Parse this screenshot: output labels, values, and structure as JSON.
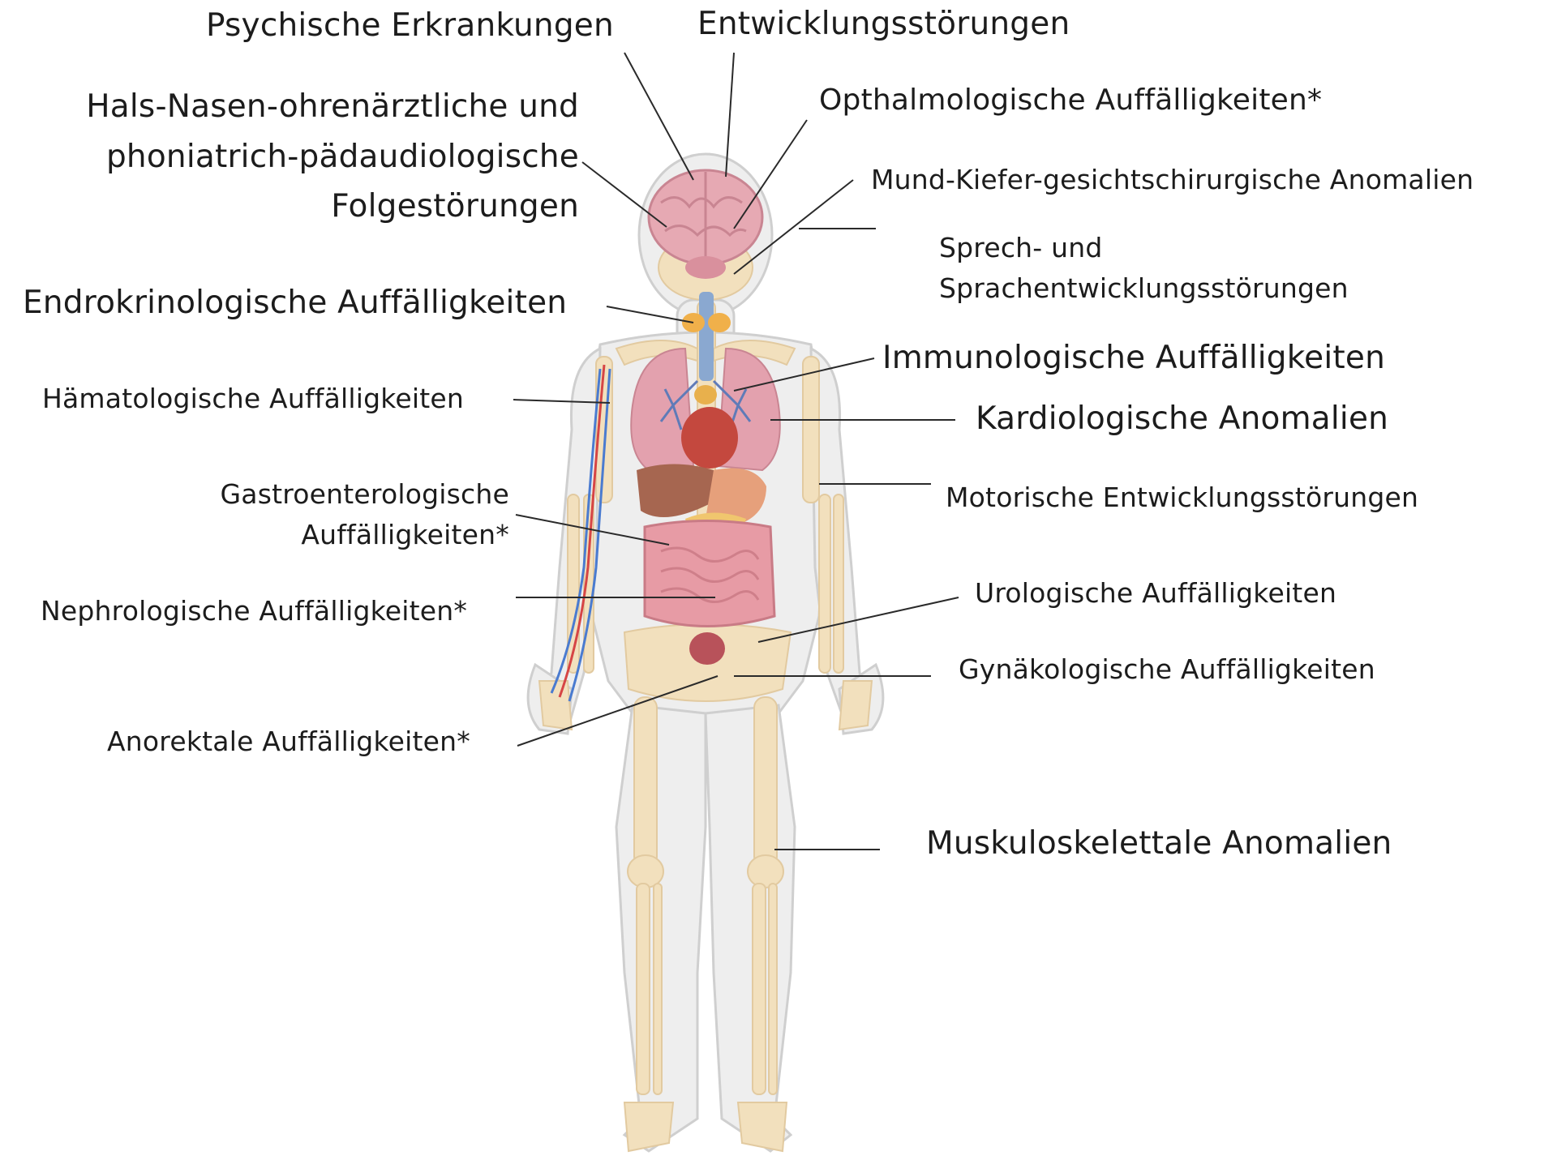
{
  "labels": {
    "psychische": "Psychische Erkrankungen",
    "entwicklung": "Entwicklungsstörungen",
    "hno_line1": "Hals-Nasen-ohrenärztliche und",
    "hno_line2": "phoniatrich-pädaudiologische",
    "hno_line3": "Folgestörungen",
    "opthalmo": "Opthalmologische Auffälligkeiten*",
    "mkg": "Mund-Kiefer-gesichtschirurgische Anomalien",
    "sprech_line1": "Sprech- und",
    "sprech_line2": "Sprachentwicklungsstörungen",
    "endo": "Endrokrinologische Auffälligkeiten",
    "immuno": "Immunologische Auffälligkeiten",
    "haemato": "Hämatologische Auffälligkeiten",
    "kardio": "Kardiologische Anomalien",
    "gastro_line1": "Gastroenterologische",
    "gastro_line2": "Auffälligkeiten*",
    "motorisch": "Motorische Entwicklungsstörungen",
    "nephro": "Nephrologische Auffälligkeiten*",
    "uro": "Urologische Auffälligkeiten",
    "gyn": "Gynäkologische Auffälligkeiten",
    "anorektal": "Anorektale Auffälligkeiten*",
    "muskulo": "Muskuloskelettale Anomalien"
  },
  "colors": {
    "skin": "#eeeeee",
    "skin_outline": "#cfcfcf",
    "bone": "#f2e0bd",
    "bone_outline": "#e2caa0",
    "brain": "#e6a9b3",
    "brain_dark": "#c98592",
    "lung": "#e3a1ae",
    "heart": "#c4483e",
    "liver": "#a66650",
    "stomach": "#e6a07b",
    "intestine": "#e79ba5",
    "bladder": "#b8525a",
    "thyroid": "#f0b04a",
    "trachea": "#8aa8d0",
    "artery": "#d64545",
    "vein": "#4a7bd0",
    "leader_line": "#2a2a2a"
  }
}
